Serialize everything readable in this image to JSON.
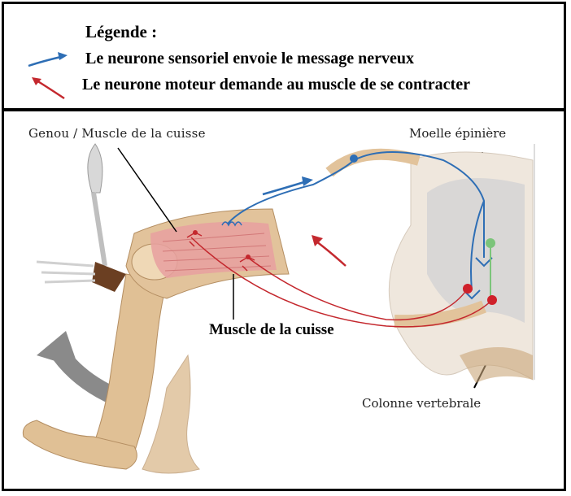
{
  "legend": {
    "title": "Légende :",
    "sensory_label": "Le neurone sensoriel envoie le message nerveux",
    "motor_label": "Le neurone moteur demande au muscle de se contracter"
  },
  "labels": {
    "knee": "Genou / Muscle de la cuisse",
    "spinal_cord": "Moelle épinière",
    "thigh_muscle": "Muscle de la cuisse",
    "spine": "Colonne vertebrale"
  },
  "colors": {
    "sensory_neuron": "#2e6eb5",
    "motor_neuron": "#c4282e",
    "interneuron": "#7cc47a",
    "muscle": "#e8a0a0",
    "skin": "#e8c9a0",
    "spine_bone": "#e9ddd0",
    "grey_matter": "#d9d7d6",
    "motion_arrow": "#8a8a8a"
  }
}
